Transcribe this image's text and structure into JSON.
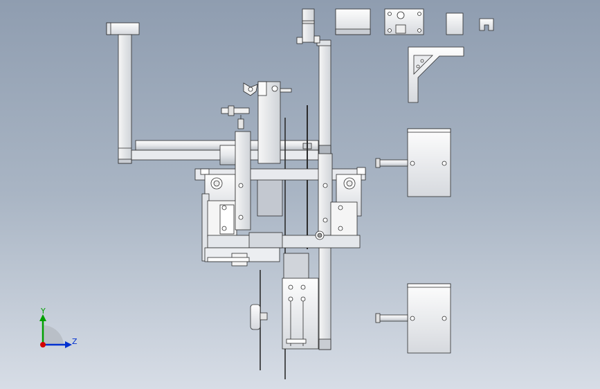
{
  "viewport": {
    "background_top": "#8f9db0",
    "background_bottom": "#d7dde6"
  },
  "colors": {
    "part_fill": "#f4f4f4",
    "part_shadow": "#c9cdd3",
    "part_edge": "#2b2b2b",
    "axis_x": "#d40000",
    "axis_y": "#00a000",
    "axis_z": "#0030d0"
  },
  "triad": {
    "y_label": "Y",
    "z_label": "Z"
  },
  "parts": [
    "l-bracket-arm",
    "horizontal-shaft",
    "vertical-column",
    "slider-block",
    "linear-guide-block",
    "small-block",
    "u-clip",
    "corner-bracket",
    "mounting-plate-upper",
    "mounting-plate-lower",
    "main-assembly",
    "wing-nut"
  ]
}
